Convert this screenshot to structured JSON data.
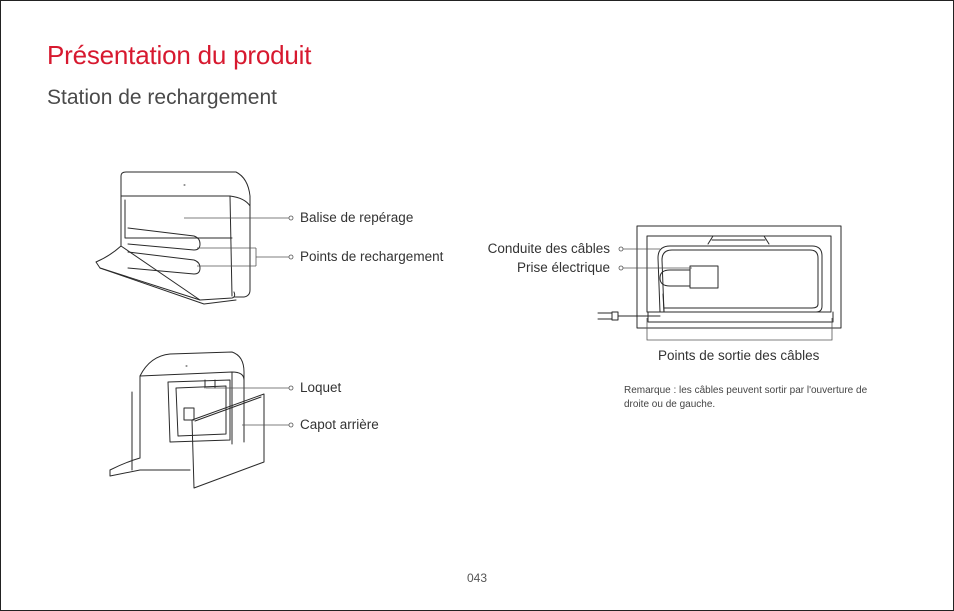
{
  "page": {
    "title": "Présentation du produit",
    "subtitle": "Station de rechargement",
    "page_number": "043"
  },
  "front_view": {
    "labels": {
      "beacon": "Balise de repérage",
      "charging_points": "Points de rechargement"
    }
  },
  "rear_view": {
    "labels": {
      "latch": "Loquet",
      "rear_cover": "Capot arrière"
    }
  },
  "cable_view": {
    "labels": {
      "cable_guide": "Conduite des câbles",
      "power_plug": "Prise électrique",
      "cable_exits": "Points de sortie des câbles"
    },
    "note": "Remarque : les câbles peuvent sortir par l'ouverture de droite ou de gauche."
  }
}
